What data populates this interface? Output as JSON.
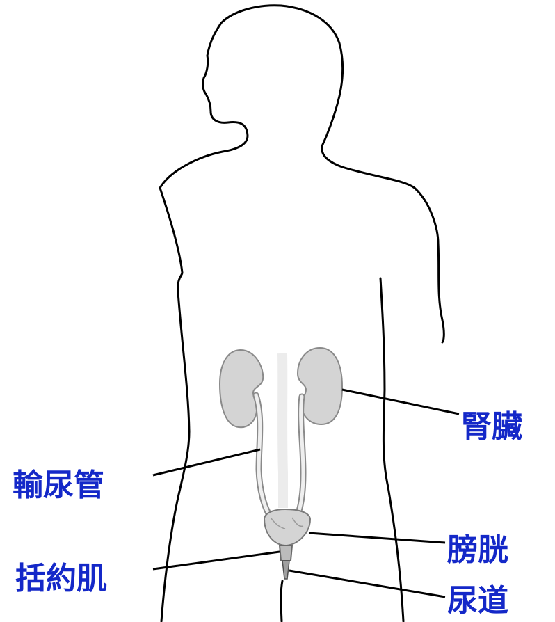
{
  "labels": {
    "kidney": "腎臟",
    "ureter": "輸尿管",
    "bladder": "膀胱",
    "sphincter": "括約肌",
    "urethra": "尿道"
  },
  "colors": {
    "label": "#1428c8",
    "outline": "#000000",
    "organ_fill": "#d4d4d4",
    "organ_stroke": "#8a8a8a"
  }
}
